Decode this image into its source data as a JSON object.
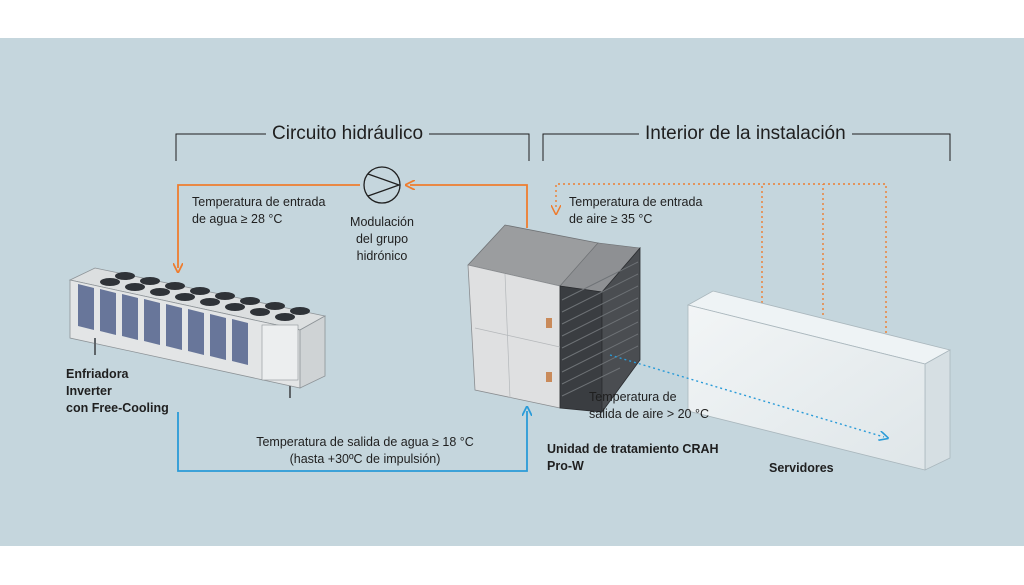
{
  "colors": {
    "background_panel": "#c5d6dd",
    "hot_water_line": "#ee7d2f",
    "cold_water_line": "#2a9bd8",
    "hot_air_line": "#ee7d2f",
    "cold_air_line": "#2a9bd8",
    "bracket_line": "#1f1f1f"
  },
  "headers": {
    "hydraulic": "Circuito hidráulico",
    "interior": "Interior de la instalación"
  },
  "labels": {
    "water_in_line1": "Temperatura de entrada",
    "water_in_line2": "de agua ≥ 28 °C",
    "pump_line1": "Modulación",
    "pump_line2": "del grupo",
    "pump_line3": "hidrónico",
    "air_in_line1": "Temperatura de entrada",
    "air_in_line2": "de aire ≥ 35 °C",
    "air_out_line1": "Temperatura de",
    "air_out_line2": "salida de aire > 20 °C",
    "water_out_line1": "Temperatura de salida de agua ≥ 18 °C",
    "water_out_line2": "(hasta +30ºC de impulsión)"
  },
  "components": {
    "chiller_line1": "Enfriadora",
    "chiller_line2": "Inverter",
    "chiller_line3": "con Free-Cooling",
    "crah_line1": "Unidad de tratamiento CRAH",
    "crah_line2": "Pro-W",
    "servers": "Servidores"
  },
  "icons": {
    "pump": "pump-symbol-icon",
    "chiller": "chiller-unit-icon",
    "crah": "crah-unit-icon",
    "servers": "server-block-icon"
  }
}
